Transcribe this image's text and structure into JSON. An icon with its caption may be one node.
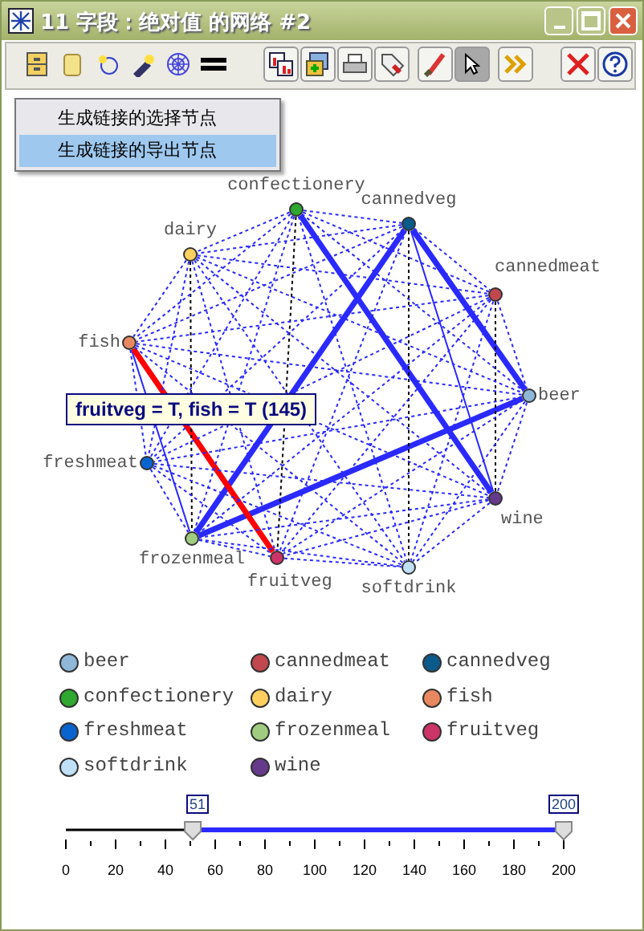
{
  "diagram": {
    "title": "11 字段：绝对值 的网络 #2",
    "nodes": [
      {
        "text": [
          "confectionery"
        ]
      },
      {
        "text": [
          "cannedveg"
        ]
      },
      {
        "text": [
          "dairy"
        ]
      },
      {
        "text": [
          "cannedmeat"
        ]
      },
      {
        "text": [
          "fish"
        ]
      },
      {
        "text": [
          "beer"
        ]
      },
      {
        "text": [
          "freshmeat"
        ]
      },
      {
        "text": [
          "wine"
        ]
      },
      {
        "text": [
          "frozenmeal"
        ]
      },
      {
        "text": [
          "fruitveg"
        ]
      },
      {
        "text": [
          "softdrink"
        ]
      }
    ],
    "edges": [
      {
        "from": 0,
        "to": 7,
        "arrow": "none",
        "style": "thick"
      },
      {
        "from": 1,
        "to": 8,
        "arrow": "none",
        "style": "thick"
      },
      {
        "from": 1,
        "to": 5,
        "arrow": "none",
        "style": "thick"
      },
      {
        "from": 5,
        "to": 8,
        "arrow": "none",
        "style": "thick"
      },
      {
        "from": 1,
        "to": 7,
        "arrow": "none"
      },
      {
        "from": 4,
        "to": 8,
        "arrow": "none"
      },
      {
        "from": 4,
        "to": 9,
        "arrow": "none",
        "style": "thick",
        "color": "#ff0000"
      },
      {
        "from": 2,
        "to": 8,
        "arrow": "none",
        "style": "dashed",
        "color": "#000000"
      },
      {
        "from": 0,
        "to": 9,
        "arrow": "none",
        "style": "dashed",
        "color": "#000000"
      },
      {
        "from": 1,
        "to": 10,
        "arrow": "none",
        "style": "dashed",
        "color": "#000000"
      },
      {
        "from": 3,
        "to": 7,
        "arrow": "none",
        "style": "dashed",
        "color": "#000000"
      },
      {
        "from": 0,
        "to": 1,
        "arrow": "none",
        "style": "dashed"
      },
      {
        "from": 0,
        "to": 2,
        "arrow": "none",
        "style": "dashed"
      },
      {
        "from": 0,
        "to": 3,
        "arrow": "none",
        "style": "dashed"
      },
      {
        "from": 0,
        "to": 4,
        "arrow": "none",
        "style": "dashed"
      },
      {
        "from": 0,
        "to": 5,
        "arrow": "none",
        "style": "dashed"
      },
      {
        "from": 0,
        "to": 6,
        "arrow": "none",
        "style": "dashed"
      },
      {
        "from": 0,
        "to": 8,
        "arrow": "none",
        "style": "dashed"
      },
      {
        "from": 0,
        "to": 10,
        "arrow": "none",
        "style": "dashed"
      },
      {
        "from": 1,
        "to": 2,
        "arrow": "none",
        "style": "dashed"
      },
      {
        "from": 1,
        "to": 3,
        "arrow": "none",
        "style": "dashed"
      },
      {
        "from": 1,
        "to": 4,
        "arrow": "none",
        "style": "dashed"
      },
      {
        "from": 1,
        "to": 6,
        "arrow": "none",
        "style": "dashed"
      },
      {
        "from": 1,
        "to": 9,
        "arrow": "none",
        "style": "dashed"
      },
      {
        "from": 2,
        "to": 3,
        "arrow": "none",
        "style": "dashed"
      },
      {
        "from": 2,
        "to": 4,
        "arrow": "none",
        "style": "dashed"
      },
      {
        "from": 2,
        "to": 5,
        "arrow": "none",
        "style": "dashed"
      },
      {
        "from": 2,
        "to": 6,
        "arrow": "none",
        "style": "dashed"
      },
      {
        "from": 2,
        "to": 7,
        "arrow": "none",
        "style": "dashed"
      },
      {
        "from": 2,
        "to": 9,
        "arrow": "none",
        "style": "dashed"
      },
      {
        "from": 2,
        "to": 10,
        "arrow": "none",
        "style": "dashed"
      },
      {
        "from": 3,
        "to": 4,
        "arrow": "none",
        "style": "dashed"
      },
      {
        "from": 3,
        "to": 5,
        "arrow": "none",
        "style": "dashed"
      },
      {
        "from": 3,
        "to": 6,
        "arrow": "none",
        "style": "dashed"
      },
      {
        "from": 3,
        "to": 8,
        "arrow": "none",
        "style": "dashed"
      },
      {
        "from": 3,
        "to": 9,
        "arrow": "none",
        "style": "dashed"
      },
      {
        "from": 3,
        "to": 10,
        "arrow": "none",
        "style": "dashed"
      },
      {
        "from": 4,
        "to": 5,
        "arrow": "none",
        "style": "dashed"
      },
      {
        "from": 4,
        "to": 6,
        "arrow": "none",
        "style": "dashed"
      },
      {
        "from": 4,
        "to": 7,
        "arrow": "none",
        "style": "dashed"
      },
      {
        "from": 4,
        "to": 10,
        "arrow": "none",
        "style": "dashed"
      },
      {
        "from": 5,
        "to": 6,
        "arrow": "none",
        "style": "dashed"
      },
      {
        "from": 5,
        "to": 7,
        "arrow": "none",
        "style": "dashed"
      },
      {
        "from": 5,
        "to": 9,
        "arrow": "none",
        "style": "dashed"
      },
      {
        "from": 5,
        "to": 10,
        "arrow": "none",
        "style": "dashed"
      },
      {
        "from": 6,
        "to": 7,
        "arrow": "none",
        "style": "dashed"
      },
      {
        "from": 6,
        "to": 8,
        "arrow": "none",
        "style": "dashed"
      },
      {
        "from": 6,
        "to": 9,
        "arrow": "none",
        "style": "dashed"
      },
      {
        "from": 6,
        "to": 10,
        "arrow": "none",
        "style": "dashed"
      },
      {
        "from": 7,
        "to": 8,
        "arrow": "none",
        "style": "dashed"
      },
      {
        "from": 7,
        "to": 9,
        "arrow": "none",
        "style": "dashed"
      },
      {
        "from": 7,
        "to": 10,
        "arrow": "none",
        "style": "dashed"
      },
      {
        "from": 8,
        "to": 9,
        "arrow": "none",
        "style": "dashed"
      },
      {
        "from": 8,
        "to": 10,
        "arrow": "none",
        "style": "dashed"
      },
      {
        "from": 9,
        "to": 10,
        "arrow": "none",
        "style": "dashed"
      }
    ],
    "labels": [
      "生成链接的选择节点",
      "生成链接的导出节点",
      "fruitveg = T, fish = T (145)",
      "51",
      "200",
      "0",
      "20",
      "40",
      "60",
      "80",
      "100",
      "120",
      "140",
      "160",
      "180",
      "200"
    ],
    "legend": [
      {
        "text": "beer",
        "color": "#8fb8d8"
      },
      {
        "text": "cannedmeat",
        "color": "#c0484e"
      },
      {
        "text": "cannedveg",
        "color": "#0a5a8c"
      },
      {
        "text": "confectionery",
        "color": "#2ea82e"
      },
      {
        "text": "dairy",
        "color": "#ffd060"
      },
      {
        "text": "fish",
        "color": "#e88860"
      },
      {
        "text": "freshmeat",
        "color": "#0a64d0"
      },
      {
        "text": "frozenmeal",
        "color": "#a0cc80"
      },
      {
        "text": "fruitveg",
        "color": "#cc3366"
      },
      {
        "text": "softdrink",
        "color": "#c0e0f8"
      },
      {
        "text": "wine",
        "color": "#663a8a"
      }
    ]
  }
}
